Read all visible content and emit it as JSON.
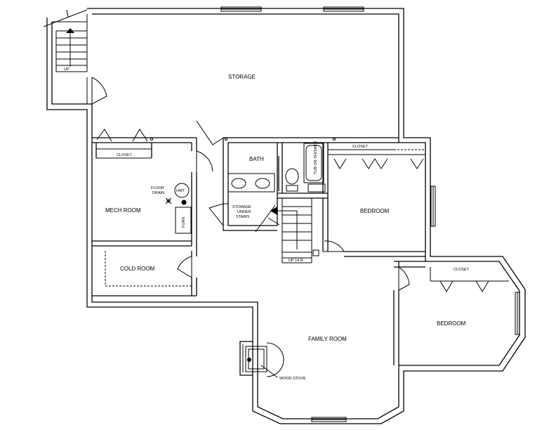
{
  "rooms": {
    "storage": "STORAGE",
    "bath": "BATH",
    "mech_room": "MECH ROOM",
    "cold_room": "COLD ROOM",
    "bedroom_right": "BEDROOM",
    "bedroom_lower": "BEDROOM",
    "family_room": "FAMILY ROOM",
    "storage_under_stairs": [
      "STORAGE",
      "UNDER",
      "STAIRS"
    ]
  },
  "closets": {
    "left": "CLOSET",
    "right": "CLOSET",
    "lower": "CLOSET"
  },
  "fixtures": {
    "floor_drain": [
      "FLOOR",
      "DRAIN"
    ],
    "hwt": "HWT",
    "furnace": "FURN",
    "tub_shower": "TUB OR SHOWER",
    "wood_stove": "WOOD STOVE"
  },
  "stairs": {
    "exterior_up": "UP",
    "interior_up": "UP 14 R"
  }
}
